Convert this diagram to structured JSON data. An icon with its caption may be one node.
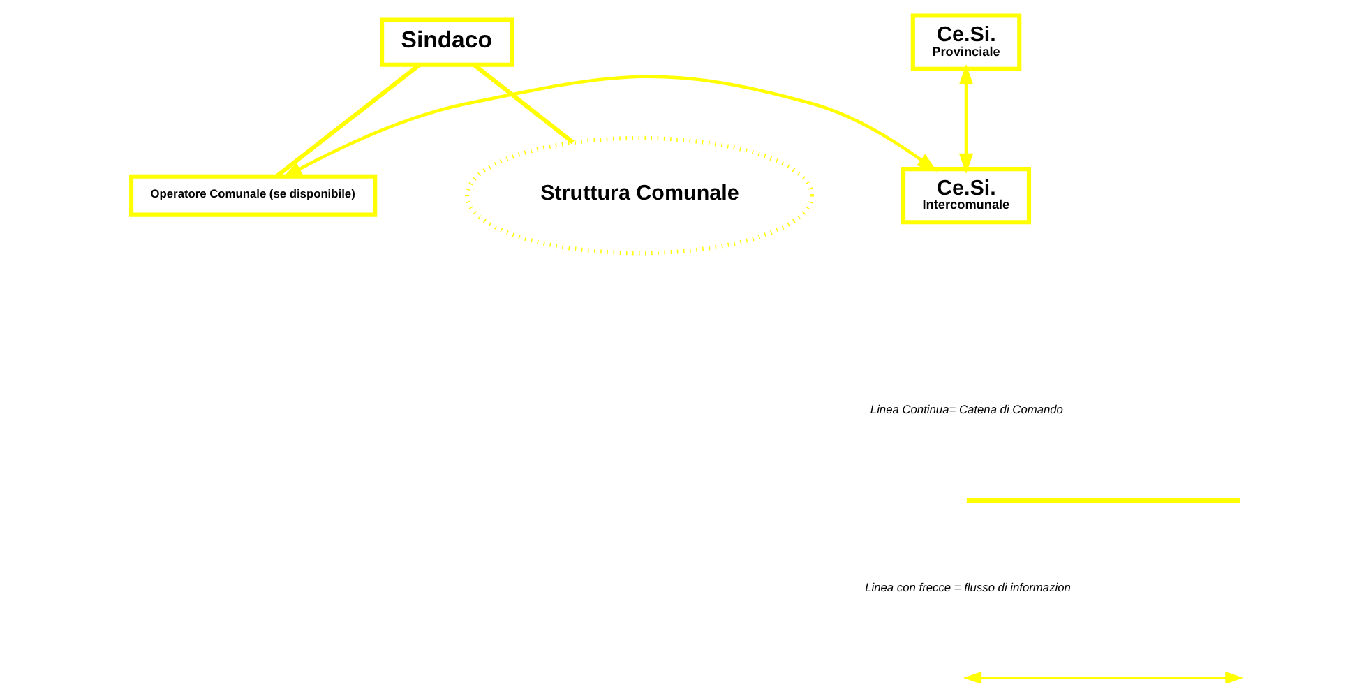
{
  "diagram": {
    "nodes": [
      {
        "text": [
          "Sindaco"
        ]
      },
      {
        "text": [
          "Operatore Comunale (se disponibile)"
        ]
      },
      {
        "text": [
          "Ce.Si.",
          "Intercomunale"
        ]
      },
      {
        "text": [
          "Ce.Si.",
          "Provinciale"
        ]
      },
      {
        "text": [
          "Struttura Comunale"
        ]
      }
    ],
    "edges": [
      {
        "from": 0,
        "to": 1,
        "arrow": "none"
      },
      {
        "from": 1,
        "to": 2,
        "arrow": "both"
      },
      {
        "from": 2,
        "to": 3,
        "arrow": "both"
      },
      {
        "from": 0,
        "to": 4,
        "arrow": "none"
      }
    ],
    "legend": [
      {
        "text": "Linea Continua= Catena di Comando"
      },
      {
        "text": "Linea con frecce = flusso di informazion"
      }
    ]
  }
}
